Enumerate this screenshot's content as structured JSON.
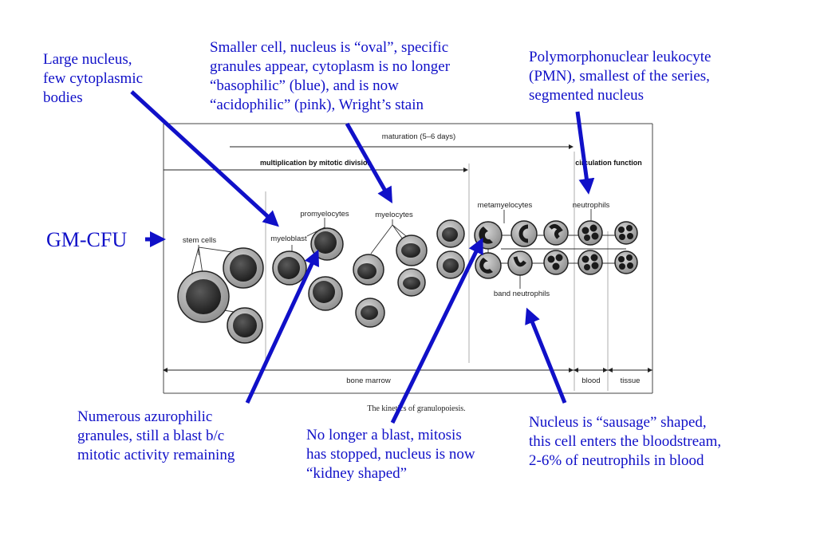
{
  "annotations": {
    "large_nucleus": "Large nucleus,\nfew cytoplasmic\nbodies",
    "smaller_cell": "Smaller cell, nucleus is “oval”, specific\ngranules appear, cytoplasm is no longer\n“basophilic” (blue), and is now\n“acidophilic” (pink), Wright’s stain",
    "pmn": "Polymorphonuclear leukocyte\n(PMN), smallest of the series,\nsegmented nucleus",
    "gm_cfu": "GM-CFU",
    "azurophilic": "Numerous azurophilic\ngranules, still a blast b/c\nmitotic activity remaining",
    "no_longer_blast": "No longer a blast, mitosis\nhas stopped, nucleus is now\n“kidney shaped”",
    "sausage": "Nucleus is “sausage” shaped,\nthis cell enters the bloodstream,\n2-6% of neutrophils in blood"
  },
  "figure": {
    "maturation": "maturation (5–6 days)",
    "multiplication": "multiplication by mitotic division",
    "circulation": "circulation function",
    "stem_cells": "stem cells",
    "myeloblast": "myeloblast",
    "promyelocytes": "promyelocytes",
    "myelocytes": "myelocytes",
    "metamyelocytes": "metamyelocytes",
    "neutrophils": "neutrophils",
    "band_neutrophils": "band neutrophils",
    "bone_marrow": "bone marrow",
    "blood": "blood",
    "tissue": "tissue",
    "caption": "The kinetics of granulopoiesis."
  },
  "colors": {
    "annotation_text": "#1010c8",
    "arrow": "#1010c8",
    "figure_ink": "#222222"
  }
}
